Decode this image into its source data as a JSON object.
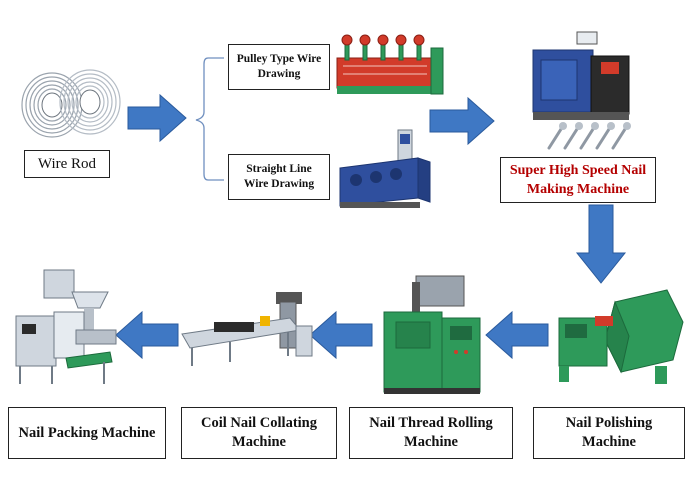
{
  "steps": {
    "wire_rod": "Wire Rod",
    "pulley_wire_drawing": "Pulley Type Wire Drawing",
    "straight_line_wire_drawing": "Straight Line Wire Drawing",
    "super_high_speed_nail_making": "Super High Speed Nail Making Machine",
    "nail_polishing": "Nail Polishing Machine",
    "nail_thread_rolling": "Nail Thread Rolling Machine",
    "coil_nail_collating": "Coil Nail Collating Machine",
    "nail_packing": "Nail Packing Machine"
  },
  "colors": {
    "arrow": "#3f78c4",
    "highlight_text": "#b40000",
    "machine_green": "#2e9a5a",
    "machine_blue": "#2f4f9e",
    "machine_red": "#d23b2a"
  }
}
